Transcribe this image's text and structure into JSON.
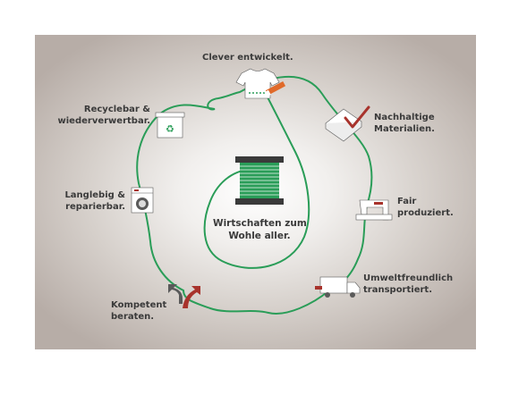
{
  "center": {
    "text": "Wirtschaften zum\nWohle aller."
  },
  "steps": [
    {
      "text": "Clever entwickelt.",
      "icon": "tshirt-icon"
    },
    {
      "text": "Nachhaltige\nMaterialien.",
      "icon": "fabric-check-icon"
    },
    {
      "text": "Fair\nproduziert.",
      "icon": "sewing-machine-icon"
    },
    {
      "text": "Umweltfreundlich\ntransportiert.",
      "icon": "truck-icon"
    },
    {
      "text": "Kompetent\nberaten.",
      "icon": "direction-arrows-icon"
    },
    {
      "text": "Langlebig &\nreparierbar.",
      "icon": "washing-machine-icon"
    },
    {
      "text": "Recyclebar &\nwiederverwertbar.",
      "icon": "recycling-bin-icon"
    }
  ],
  "colors": {
    "thread": "#2a9d58",
    "accent": "#a8332c",
    "icon": "#ffffff",
    "text": "#3a3a3a",
    "spool": "#2a9d58"
  }
}
